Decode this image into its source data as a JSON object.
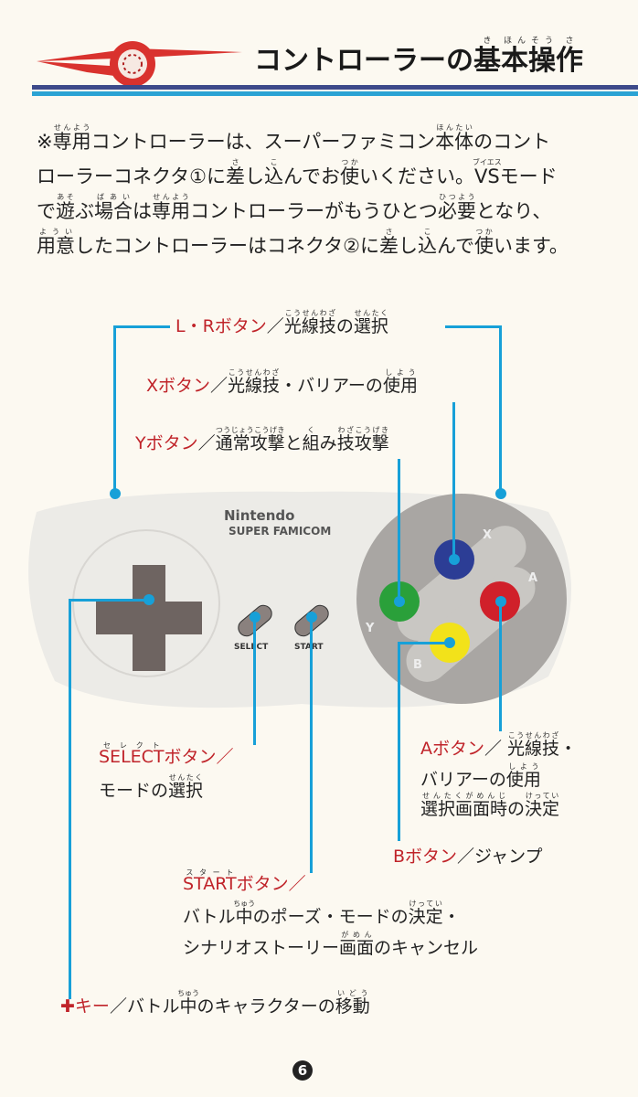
{
  "header": {
    "title": [
      [
        "コントローラーの",
        ""
      ],
      [
        "基",
        "き"
      ],
      [
        "本",
        "ほん"
      ],
      [
        "操",
        "そう"
      ],
      [
        "作",
        "さ"
      ]
    ]
  },
  "intro": {
    "lines": [
      [
        [
          "※",
          ""
        ],
        [
          "専用",
          "せんよう"
        ],
        [
          "コントローラーは、スーパーファミコン",
          ""
        ],
        [
          "本体",
          "ほんたい"
        ],
        [
          "のコント",
          ""
        ]
      ],
      [
        [
          "ローラーコネクタ①に",
          ""
        ],
        [
          "差",
          "さ"
        ],
        [
          "し",
          ""
        ],
        [
          "込",
          "こ"
        ],
        [
          "んでお",
          ""
        ],
        [
          "使",
          "つか"
        ],
        [
          "いください。",
          ""
        ],
        [
          "VS",
          "ブイエス"
        ],
        [
          "モード",
          ""
        ]
      ],
      [
        [
          "で",
          ""
        ],
        [
          "遊",
          "あそ"
        ],
        [
          "ぶ",
          ""
        ],
        [
          "場合",
          "ばあい"
        ],
        [
          "は",
          ""
        ],
        [
          "専用",
          "せんよう"
        ],
        [
          "コントローラーがもうひとつ",
          ""
        ],
        [
          "必要",
          "ひつよう"
        ],
        [
          "となり、",
          ""
        ]
      ],
      [
        [
          "用意",
          "ようい"
        ],
        [
          "したコントローラーはコネクタ②に",
          ""
        ],
        [
          "差",
          "さ"
        ],
        [
          "し",
          ""
        ],
        [
          "込",
          "こ"
        ],
        [
          "んで",
          ""
        ],
        [
          "使",
          "つか"
        ],
        [
          "います。",
          ""
        ]
      ]
    ]
  },
  "labels": {
    "lr": {
      "button": "L・Rボタン",
      "desc": [
        [
          "／",
          ""
        ],
        [
          "光線技",
          "こうせんわざ"
        ],
        [
          "の",
          ""
        ],
        [
          "選択",
          "せんたく"
        ]
      ]
    },
    "x": {
      "button": "Xボタン",
      "desc": [
        [
          "／",
          ""
        ],
        [
          "光線技",
          "こうせんわざ"
        ],
        [
          "・バリアーの",
          ""
        ],
        [
          "使用",
          "しよう"
        ]
      ]
    },
    "y": {
      "button": "Yボタン",
      "desc": [
        [
          "／",
          ""
        ],
        [
          "通常攻撃",
          "つうじょうこうげき"
        ],
        [
          "と",
          ""
        ],
        [
          "組",
          "く"
        ],
        [
          "み",
          ""
        ],
        [
          "技攻撃",
          "わざこうげき"
        ]
      ]
    },
    "select": {
      "button": [
        [
          "SELECT",
          "セレクト"
        ]
      ],
      "suffix": "ボタン／",
      "desc": [
        [
          "モードの",
          ""
        ],
        [
          "選択",
          "せんたく"
        ]
      ]
    },
    "a": {
      "button": "Aボタン",
      "desc1": [
        [
          "／ ",
          ""
        ],
        [
          "光線技",
          "こうせんわざ"
        ],
        [
          "・",
          ""
        ]
      ],
      "desc2": [
        [
          "バリアーの",
          ""
        ],
        [
          "使用",
          "しよう"
        ]
      ],
      "desc3": [
        [
          "選択画面時",
          "せんたくがめんじ"
        ],
        [
          "の",
          ""
        ],
        [
          "決定",
          "けってい"
        ]
      ]
    },
    "b": {
      "button": "Bボタン",
      "desc": "／ジャンプ"
    },
    "start": {
      "button": [
        [
          "START",
          "スタート"
        ]
      ],
      "suffix": "ボタン／",
      "desc1": [
        [
          "バトル",
          ""
        ],
        [
          "中",
          "ちゅう"
        ],
        [
          "のポーズ・モードの",
          ""
        ],
        [
          "決定",
          "けってい"
        ],
        [
          "・",
          ""
        ]
      ],
      "desc2": [
        [
          "シナリオストーリー",
          ""
        ],
        [
          "画面",
          "がめん"
        ],
        [
          "のキャンセル",
          ""
        ]
      ]
    },
    "dpad": {
      "button": "キー",
      "desc": [
        [
          "／バトル",
          ""
        ],
        [
          "中",
          "ちゅう"
        ],
        [
          "のキャラクターの",
          ""
        ],
        [
          "移動",
          "いどう"
        ]
      ]
    }
  },
  "controller": {
    "brand": "Nintendo",
    "model": "SUPER FAMICOM",
    "select_text": "SELECT",
    "start_text": "START",
    "face_letters": {
      "x": "X",
      "a": "A",
      "y": "Y",
      "b": "B"
    },
    "colors": {
      "x": "#2c3d95",
      "a": "#d0202a",
      "y": "#2aa03a",
      "b": "#f2e21a",
      "body": "#ecebe7",
      "pad": "#a9a6a3",
      "dpad": "#6e6461"
    }
  },
  "page_number": "6"
}
